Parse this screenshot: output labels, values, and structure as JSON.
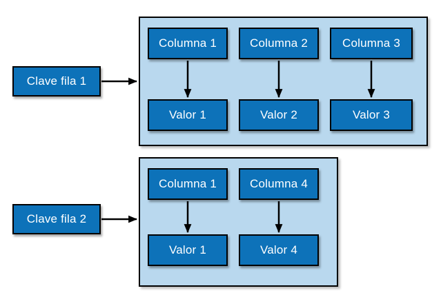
{
  "diagram": {
    "description_type": "wide-column-store-row-diagram",
    "rows": [
      {
        "key_label": "Clave fila 1",
        "cells": [
          {
            "column": "Columna 1",
            "value": "Valor 1"
          },
          {
            "column": "Columna 2",
            "value": "Valor 2"
          },
          {
            "column": "Columna 3",
            "value": "Valor 3"
          }
        ]
      },
      {
        "key_label": "Clave fila 2",
        "cells": [
          {
            "column": "Columna 1",
            "value": "Valor 1"
          },
          {
            "column": "Columna 4",
            "value": "Valor 4"
          }
        ]
      }
    ],
    "colors": {
      "node_fill": "#0d72b9",
      "node_text": "#ffffff",
      "container_fill": "#b9d8ee",
      "border": "#000000",
      "arrow": "#000000",
      "background": "#ffffff"
    }
  }
}
